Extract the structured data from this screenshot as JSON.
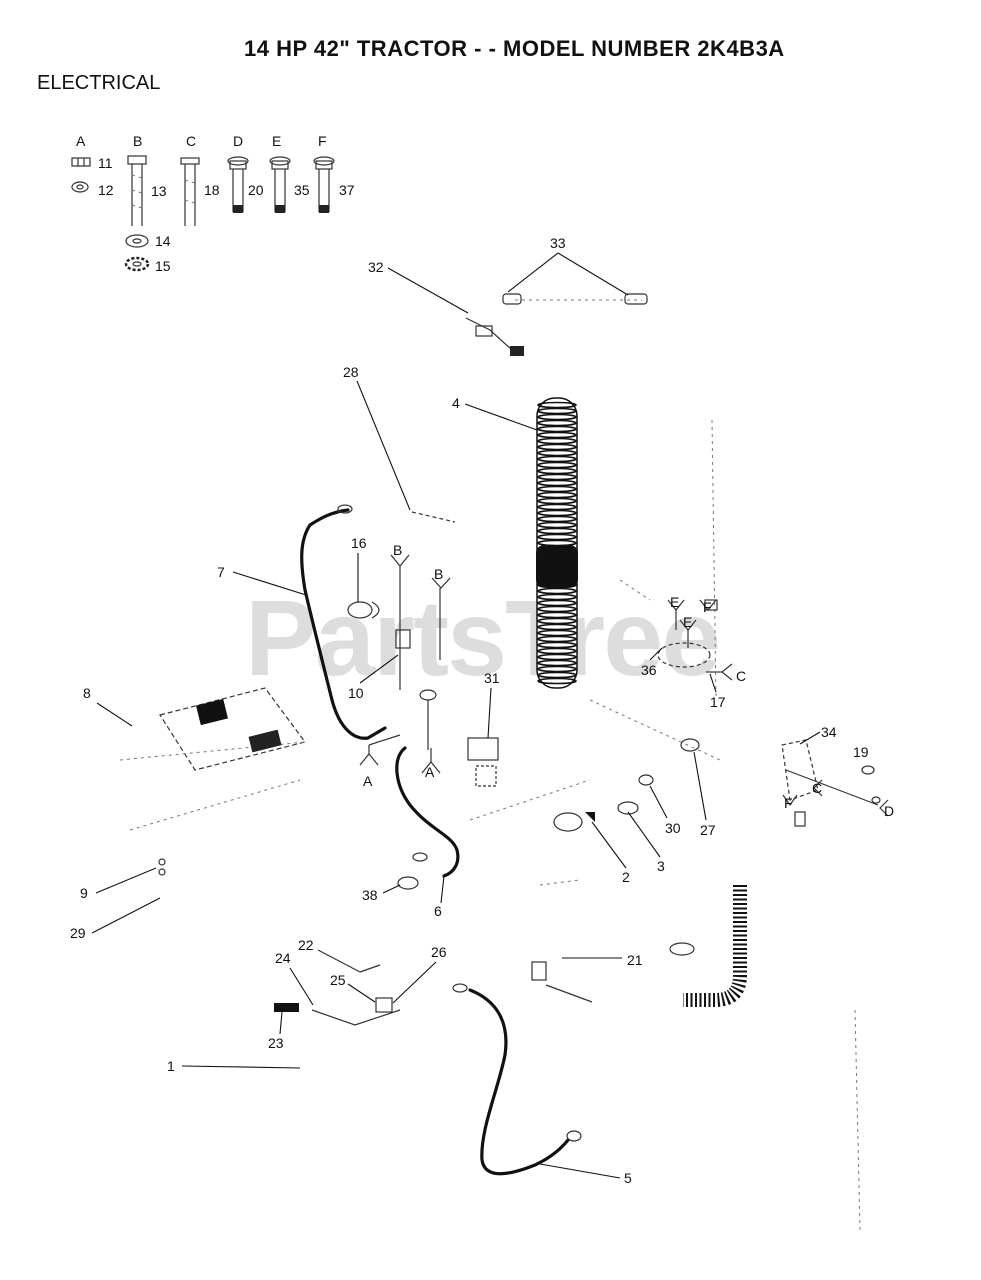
{
  "title": "14 HP 42\" TRACTOR - - MODEL NUMBER 2K4B3A",
  "section": "ELECTRICAL",
  "watermark": "PartsTree",
  "hardware": {
    "columns": [
      "A",
      "B",
      "C",
      "D",
      "E",
      "F"
    ],
    "numbers": [
      "11",
      "12",
      "13",
      "14",
      "15",
      "18",
      "20",
      "35",
      "37"
    ]
  },
  "callouts": {
    "1": "1",
    "2": "2",
    "3": "3",
    "4": "4",
    "5": "5",
    "6": "6",
    "7": "7",
    "8": "8",
    "9": "9",
    "10": "10",
    "16": "16",
    "17": "17",
    "19": "19",
    "21": "21",
    "22": "22",
    "23": "23",
    "24": "24",
    "25": "25",
    "26": "26",
    "27": "27",
    "28": "28",
    "29": "29",
    "30": "30",
    "31": "31",
    "32": "32",
    "33": "33",
    "34": "34",
    "36": "36",
    "38": "38"
  },
  "connectors": {
    "B1": "B",
    "B2": "B",
    "A1": "A",
    "A2": "A",
    "C1": "C",
    "C2": "C",
    "D1": "D",
    "E1": "E",
    "E2": "E",
    "F1": "F",
    "F2": "F"
  }
}
